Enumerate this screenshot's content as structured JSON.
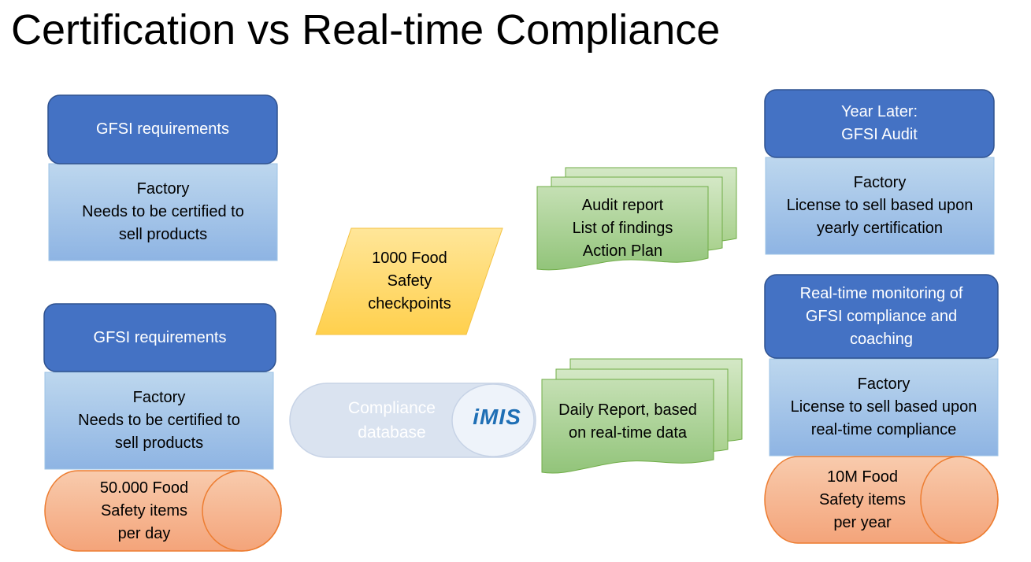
{
  "title": "Certification vs Real-time Compliance",
  "colors": {
    "header_fill": "#4472c4",
    "header_stroke": "#2f528f",
    "factory_fill_top": "#bdd7ee",
    "factory_fill_bottom": "#8eb4e3",
    "cylinder_fill": "#f4b183",
    "cylinder_stroke": "#ed7d31",
    "parallelogram_fill": "#ffd966",
    "document_fill": "#a9d18e",
    "imis_blue": "#1f6fb5"
  },
  "left_top": {
    "header": [
      "GFSI requirements"
    ],
    "factory": [
      "Factory",
      "Needs to be certified to",
      "sell products"
    ]
  },
  "left_bottom": {
    "header": [
      "GFSI requirements"
    ],
    "factory": [
      "Factory",
      "Needs to be certified to",
      "sell products"
    ],
    "cylinder": [
      "50.000 Food",
      "Safety items",
      "per day"
    ]
  },
  "middle": {
    "checkpoints": [
      "1000 Food",
      "Safety",
      "checkpoints"
    ],
    "database": [
      "Compliance",
      "database"
    ],
    "database_logo": "iMIS"
  },
  "documents": {
    "audit": [
      "Audit report",
      "List of findings",
      "Action Plan"
    ],
    "daily": [
      "Daily Report, based",
      "on real-time data"
    ]
  },
  "right_top": {
    "header": [
      "Year Later:",
      "GFSI Audit"
    ],
    "factory": [
      "Factory",
      "License to sell based upon",
      "yearly certification"
    ]
  },
  "right_bottom": {
    "header": [
      "Real-time monitoring of",
      "GFSI compliance and",
      "coaching"
    ],
    "factory": [
      "Factory",
      "License to sell based upon",
      "real-time compliance"
    ],
    "cylinder": [
      "10M Food",
      "Safety items",
      "per year"
    ]
  }
}
